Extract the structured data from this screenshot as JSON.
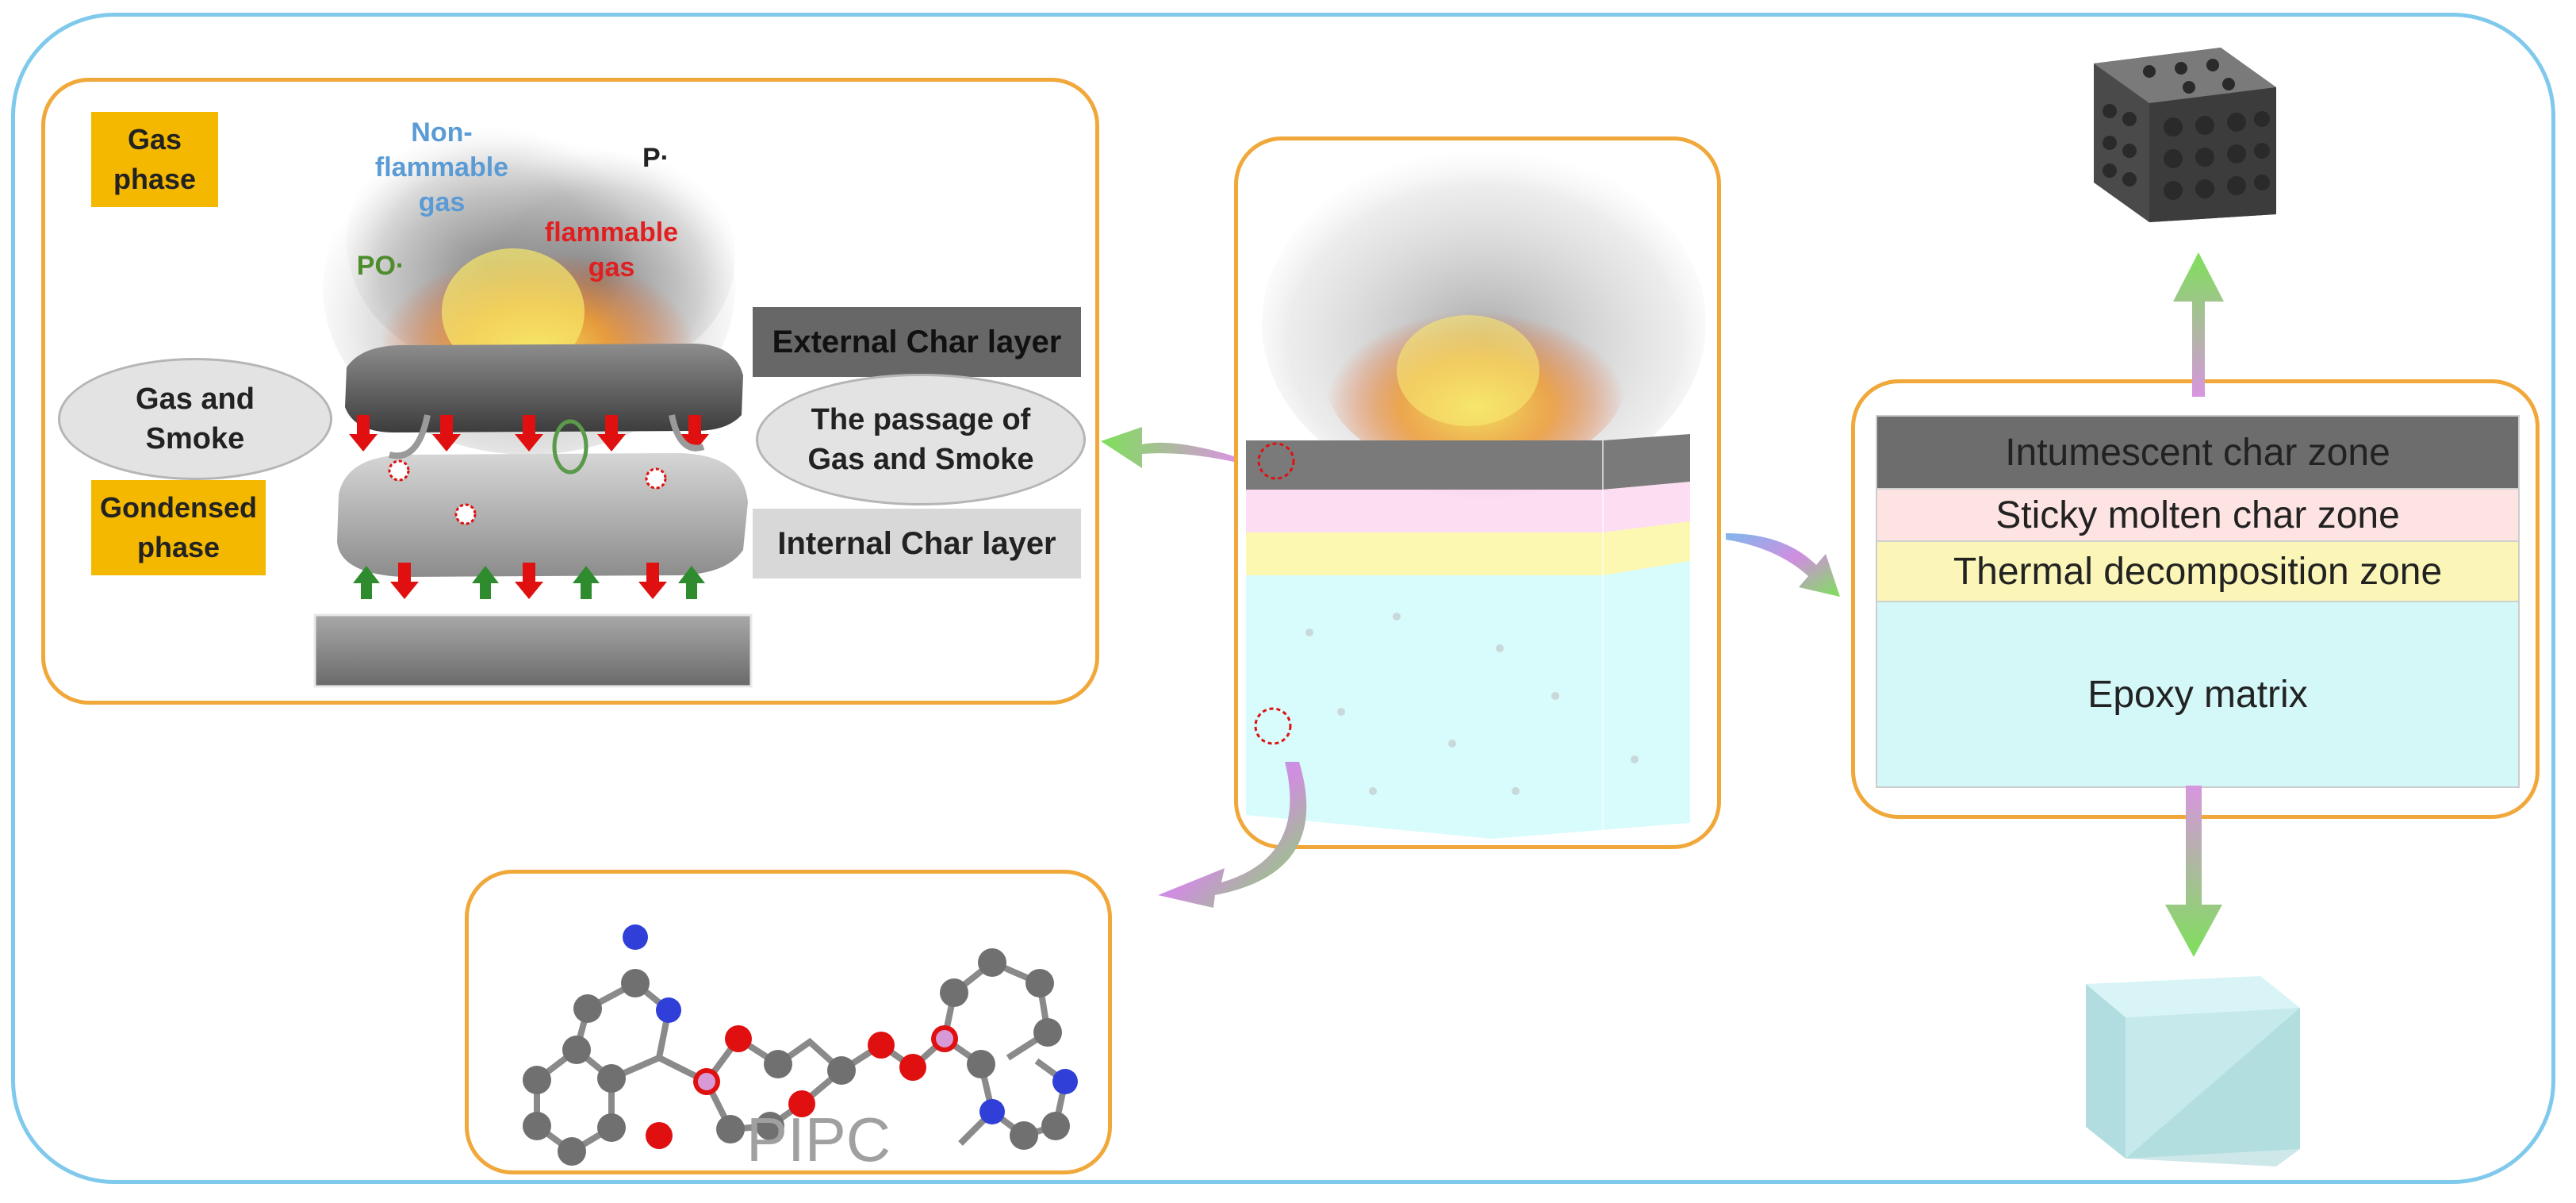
{
  "left_panel": {
    "gas_phase": "Gas\nphase",
    "condensed_phase": "Gondensed\nphase",
    "non_flammable_gas": "Non-flammable\ngas",
    "p_radical": "P·",
    "po_radical": "PO·",
    "flammable_gas": "flammable\ngas",
    "external_char": "External Char layer",
    "internal_char": "Internal Char layer",
    "gas_smoke": "Gas and\nSmoke",
    "passage": "The passage of\nGas and Smoke"
  },
  "molecule": {
    "label": "PIPC"
  },
  "zones": [
    {
      "label": "Intumescent char zone",
      "color": "#6d6d6d"
    },
    {
      "label": "Sticky molten char zone",
      "color": "#fde3e1"
    },
    {
      "label": "Thermal decomposition zone",
      "color": "#fbf6b8"
    },
    {
      "label": "Epoxy matrix",
      "color": "#d4f7f8"
    }
  ],
  "colors": {
    "frame": "#7fc9ec",
    "panel_border": "#f1a83b",
    "tag": "#f5b800",
    "arrow_red": "#e01010",
    "arrow_green": "#2e8b2e"
  }
}
